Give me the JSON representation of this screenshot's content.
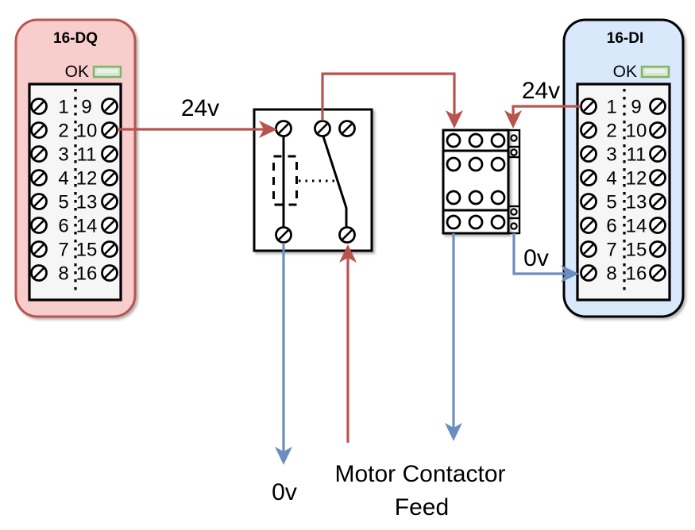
{
  "modules": {
    "dq": {
      "title": "16-DQ",
      "status_label": "OK",
      "pins_left": [
        "1",
        "2",
        "3",
        "4",
        "5",
        "6",
        "7",
        "8"
      ],
      "pins_right": [
        "9",
        "10",
        "11",
        "12",
        "13",
        "14",
        "15",
        "16"
      ]
    },
    "di": {
      "title": "16-DI",
      "status_label": "OK",
      "pins_left": [
        "1",
        "2",
        "3",
        "4",
        "5",
        "6",
        "7",
        "8"
      ],
      "pins_right": [
        "9",
        "10",
        "11",
        "12",
        "13",
        "14",
        "15",
        "16"
      ]
    }
  },
  "labels": {
    "supply_24v_dq": "24v",
    "supply_24v_di": "24v",
    "zero_v_di": "0v",
    "zero_v_relay": "0v",
    "motor_feed": {
      "line1": "Motor Contactor",
      "line2": "Feed"
    }
  },
  "colors": {
    "wire_24v": "#b85450",
    "wire_0v": "#6c8ebf",
    "dq_fill": "#f8cecc",
    "dq_border": "#b85450",
    "di_fill": "#dae8fc",
    "di_border": "#000000",
    "led_fill": "#d5e8d4",
    "led_border": "#82b366"
  }
}
